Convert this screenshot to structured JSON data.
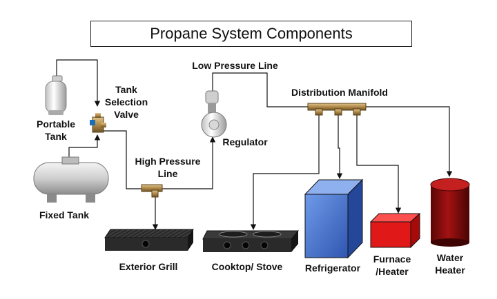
{
  "title": "Propane System Components",
  "labels": {
    "portable_tank": [
      "Portable",
      "Tank"
    ],
    "tank_selection_valve": [
      "Tank",
      "Selection",
      "Valve"
    ],
    "fixed_tank": "Fixed Tank",
    "high_pressure_line": [
      "High Pressure",
      "Line"
    ],
    "low_pressure_line": "Low Pressure Line",
    "regulator": "Regulator",
    "distribution_manifold": "Distribution Manifold",
    "exterior_grill": "Exterior Grill",
    "cooktop_stove": "Cooktop/ Stove",
    "refrigerator": "Refrigerator",
    "furnace_heater": [
      "Furnace",
      "/Heater"
    ],
    "water_heater": [
      "Water",
      "Heater"
    ]
  },
  "colors": {
    "refrigerator": "#3f6fd0",
    "furnace": "#e01818",
    "water_heater": "#7a0a0a",
    "appliance_dark": "#2a2a2a",
    "fitting_brass": "#b08a4a",
    "valve_blue": "#1f6fb5"
  }
}
